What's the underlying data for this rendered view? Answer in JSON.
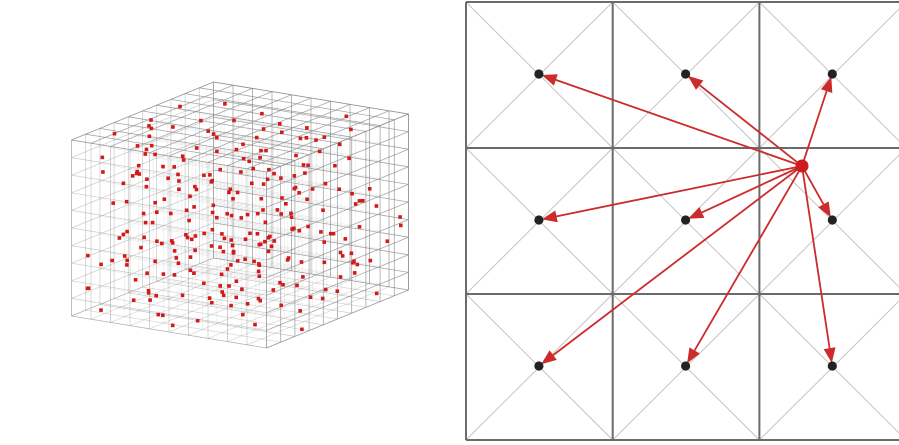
{
  "figure": {
    "panels": [
      {
        "id": "cube-grid",
        "kind": "3d-lattice-with-points",
        "grid_cells_per_axis": 10,
        "point_count": 260
      },
      {
        "id": "grid-vector-diagram",
        "kind": "2d-grid-with-arrows",
        "rows": 3,
        "cols": 3,
        "source_point": "red-circle",
        "target_points": "cell-centers",
        "arrow_count": 9
      }
    ]
  },
  "colors": {
    "background": "#ffffff",
    "lattice_line": "#8a8a8a",
    "sample_point": "#d11a1a",
    "cell_border": "#6b6b6b",
    "diagonal": "#c4c4c4",
    "arrow": "#cc2b2b",
    "source_point": "#cc1c1c",
    "center_point": "#222222"
  },
  "icons": {
    "arrowhead": "triangle-arrowhead",
    "points": "filled-circle"
  }
}
